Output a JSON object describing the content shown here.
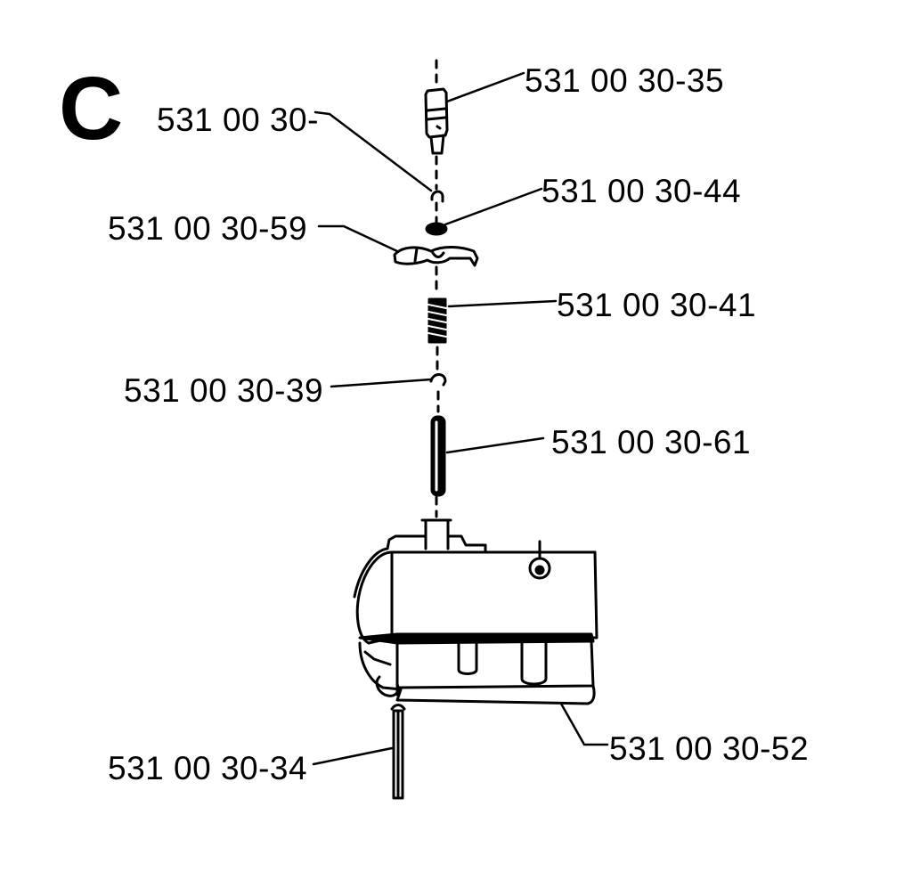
{
  "diagram": {
    "section_letter": "C",
    "ink_color": "#000000",
    "background_color": "#ffffff",
    "callouts": [
      {
        "id": "part-35",
        "label": "531 00 30-35"
      },
      {
        "id": "part-unnumbered",
        "label": "531 00 30-"
      },
      {
        "id": "part-44",
        "label": "531 00 30-44"
      },
      {
        "id": "part-59",
        "label": "531 00 30-59"
      },
      {
        "id": "part-41",
        "label": "531 00 30-41"
      },
      {
        "id": "part-39",
        "label": "531 00 30-39"
      },
      {
        "id": "part-61",
        "label": "531 00 30-61"
      },
      {
        "id": "part-52",
        "label": "531 00 30-52"
      },
      {
        "id": "part-34",
        "label": "531 00 30-34"
      }
    ]
  }
}
